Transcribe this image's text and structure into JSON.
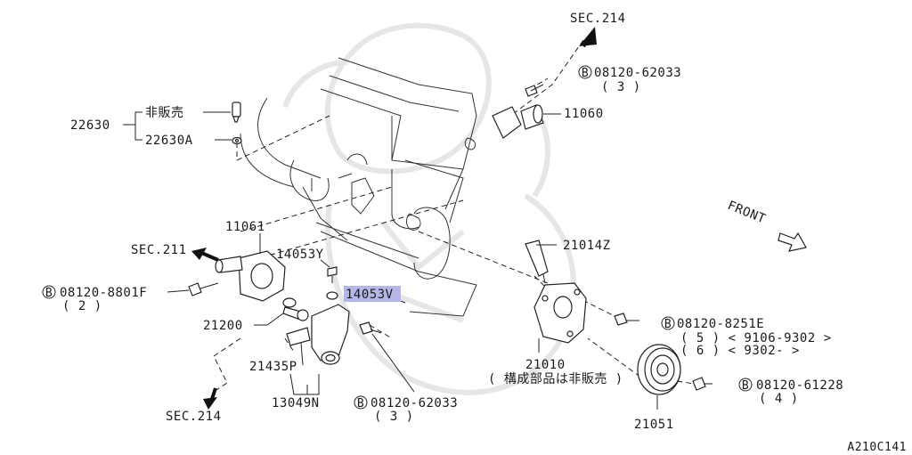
{
  "diagram_id": "A210C141",
  "front_label": "FRONT",
  "sections": {
    "sec214_top": "SEC.214",
    "sec211": "SEC.211",
    "sec214_bottom": "SEC.214"
  },
  "bolt_marker": "B",
  "labels": {
    "p22630": "22630",
    "not_for_sale": "非販売",
    "p22630A": "22630A",
    "p11060": "11060",
    "b_62033_top": "08120-62033",
    "b_62033_top_qty": "( 3 )",
    "p11061": "11061",
    "p14053Y": "14053Y",
    "p14053V": "14053V",
    "b_8801F": "08120-8801F",
    "b_8801F_qty": "( 2 )",
    "p21200": "21200",
    "p21435P": "21435P",
    "p13049N": "13049N",
    "b_62033_bottom": "08120-62033",
    "b_62033_bottom_qty": "( 3 )",
    "p21014Z": "21014Z",
    "b_8251E": "08120-8251E",
    "b_8251E_line2": "( 5 ) < 9106-9302 >",
    "b_8251E_line3": "( 6 ) < 9302-        >",
    "p21010": "21010",
    "p21010_note": "( 構成部品は非販売 )",
    "b_61228": "08120-61228",
    "b_61228_qty": "( 4 )",
    "p21051": "21051"
  },
  "highlight_color": "#b4b8e8"
}
